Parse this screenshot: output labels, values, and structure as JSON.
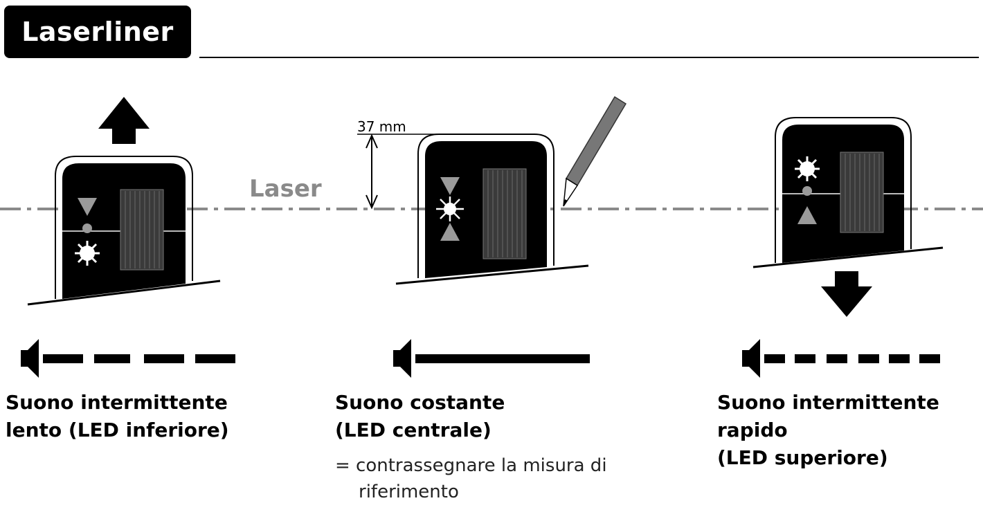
{
  "brand": {
    "logo_text": "Laserliner"
  },
  "diagram": {
    "laser_label": "Laser",
    "dimension_label": "37 mm"
  },
  "states": [
    {
      "id": "slow",
      "caption_lines": [
        "Suono intermittente",
        "lento (LED inferiore)"
      ],
      "direction": "up",
      "active_led": "bottom",
      "sound_pattern": "long-dashes"
    },
    {
      "id": "constant",
      "caption_lines": [
        "Suono costante",
        "(LED centrale)"
      ],
      "note_lines": [
        "=  contrassegnare la misura di",
        "riferimento"
      ],
      "direction": "none",
      "active_led": "center",
      "sound_pattern": "continuous"
    },
    {
      "id": "fast",
      "caption_lines": [
        "Suono intermittente",
        "rapido",
        "(LED superiore)"
      ],
      "direction": "down",
      "active_led": "top",
      "sound_pattern": "short-dashes"
    }
  ],
  "colors": {
    "device_body": "#000000",
    "laser_line": "#8a8a8a",
    "led_grey": "#9a9a9a",
    "receiver_panel": "#3a3a3a"
  }
}
